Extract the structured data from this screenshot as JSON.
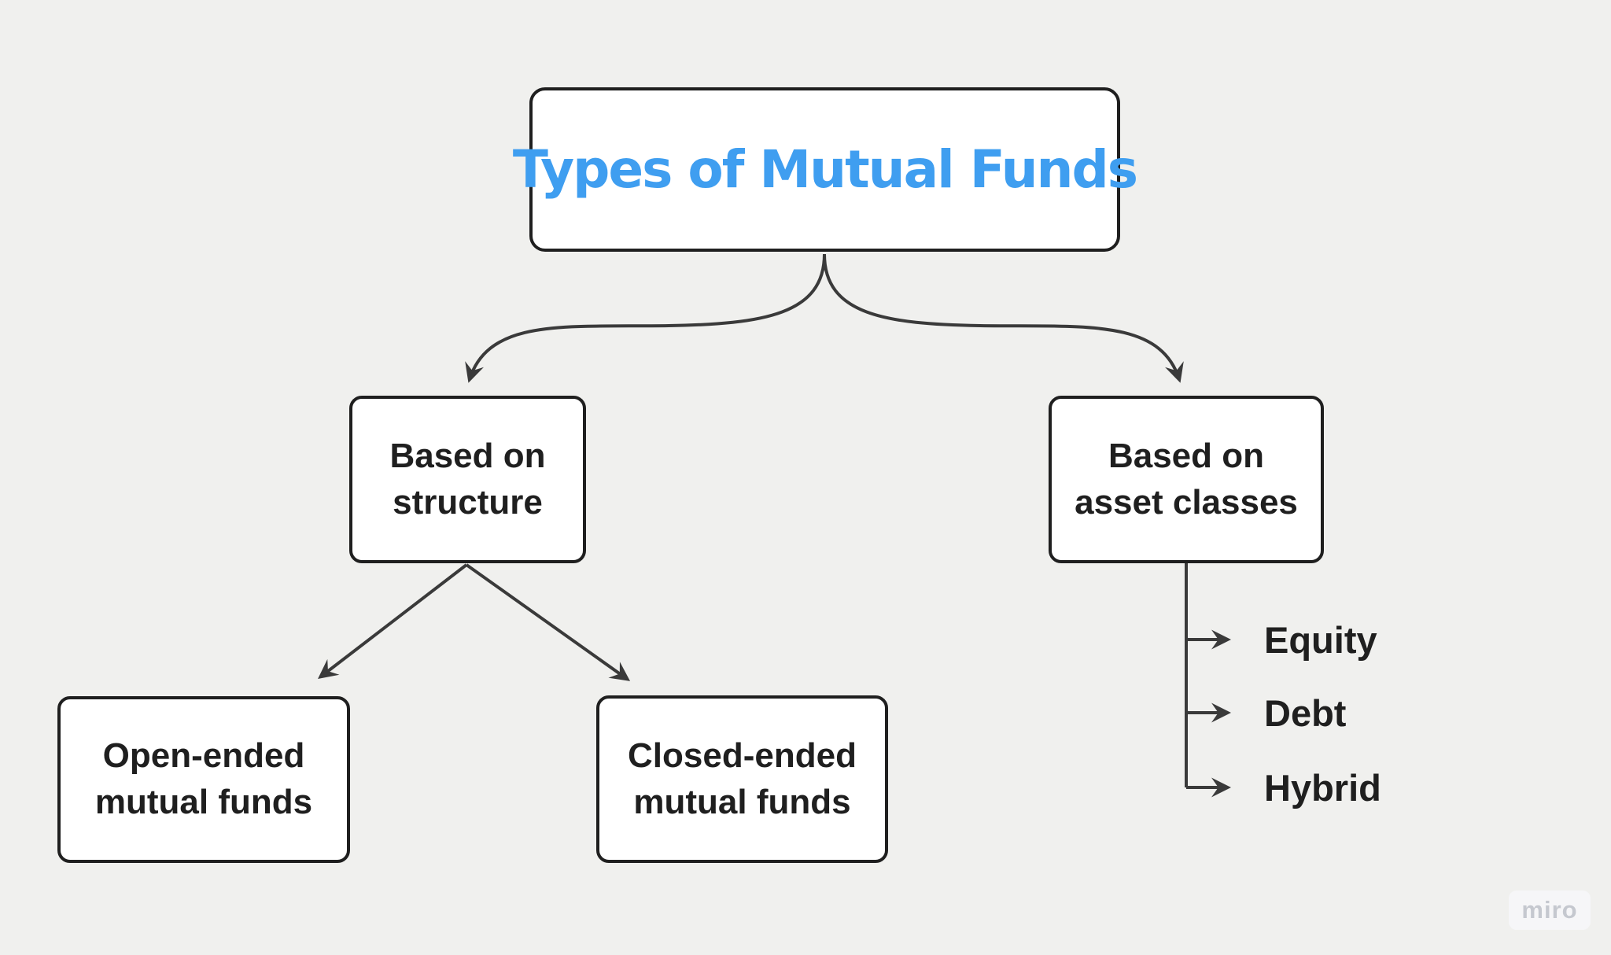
{
  "diagram": {
    "root": {
      "label": "Types of Mutual Funds"
    },
    "branches": [
      {
        "label": "Based on structure",
        "children": [
          {
            "label": "Open-ended mutual funds"
          },
          {
            "label": "Closed-ended mutual funds"
          }
        ]
      },
      {
        "label": "Based on asset classes",
        "children": [
          {
            "label": "Equity"
          },
          {
            "label": "Debt"
          },
          {
            "label": "Hybrid"
          }
        ]
      }
    ]
  },
  "watermark": {
    "label": "miro"
  },
  "colors": {
    "canvas_bg": "#f0f0ee",
    "node_bg": "#ffffff",
    "node_border": "#1f1f1f",
    "node_text": "#1f1f1f",
    "title_text": "#3f9ef0",
    "connector": "#3a3a3a",
    "watermark_text": "#c5c8cf",
    "watermark_bg": "#f6f6f8"
  }
}
